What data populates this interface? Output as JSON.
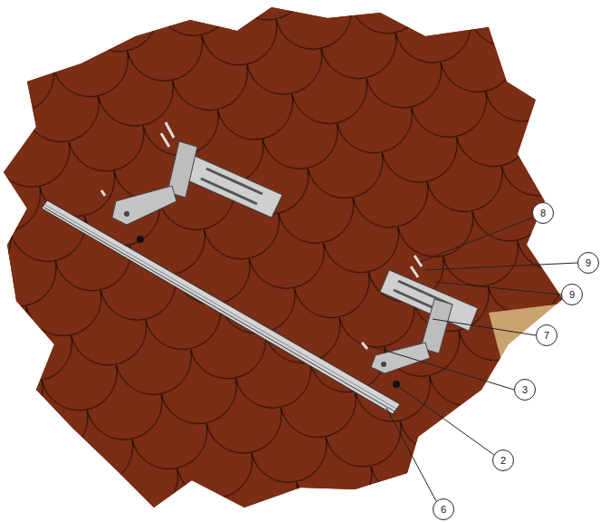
{
  "diagram": {
    "labels": [
      "8",
      "9",
      "9",
      "7",
      "3",
      "2",
      "6"
    ]
  }
}
